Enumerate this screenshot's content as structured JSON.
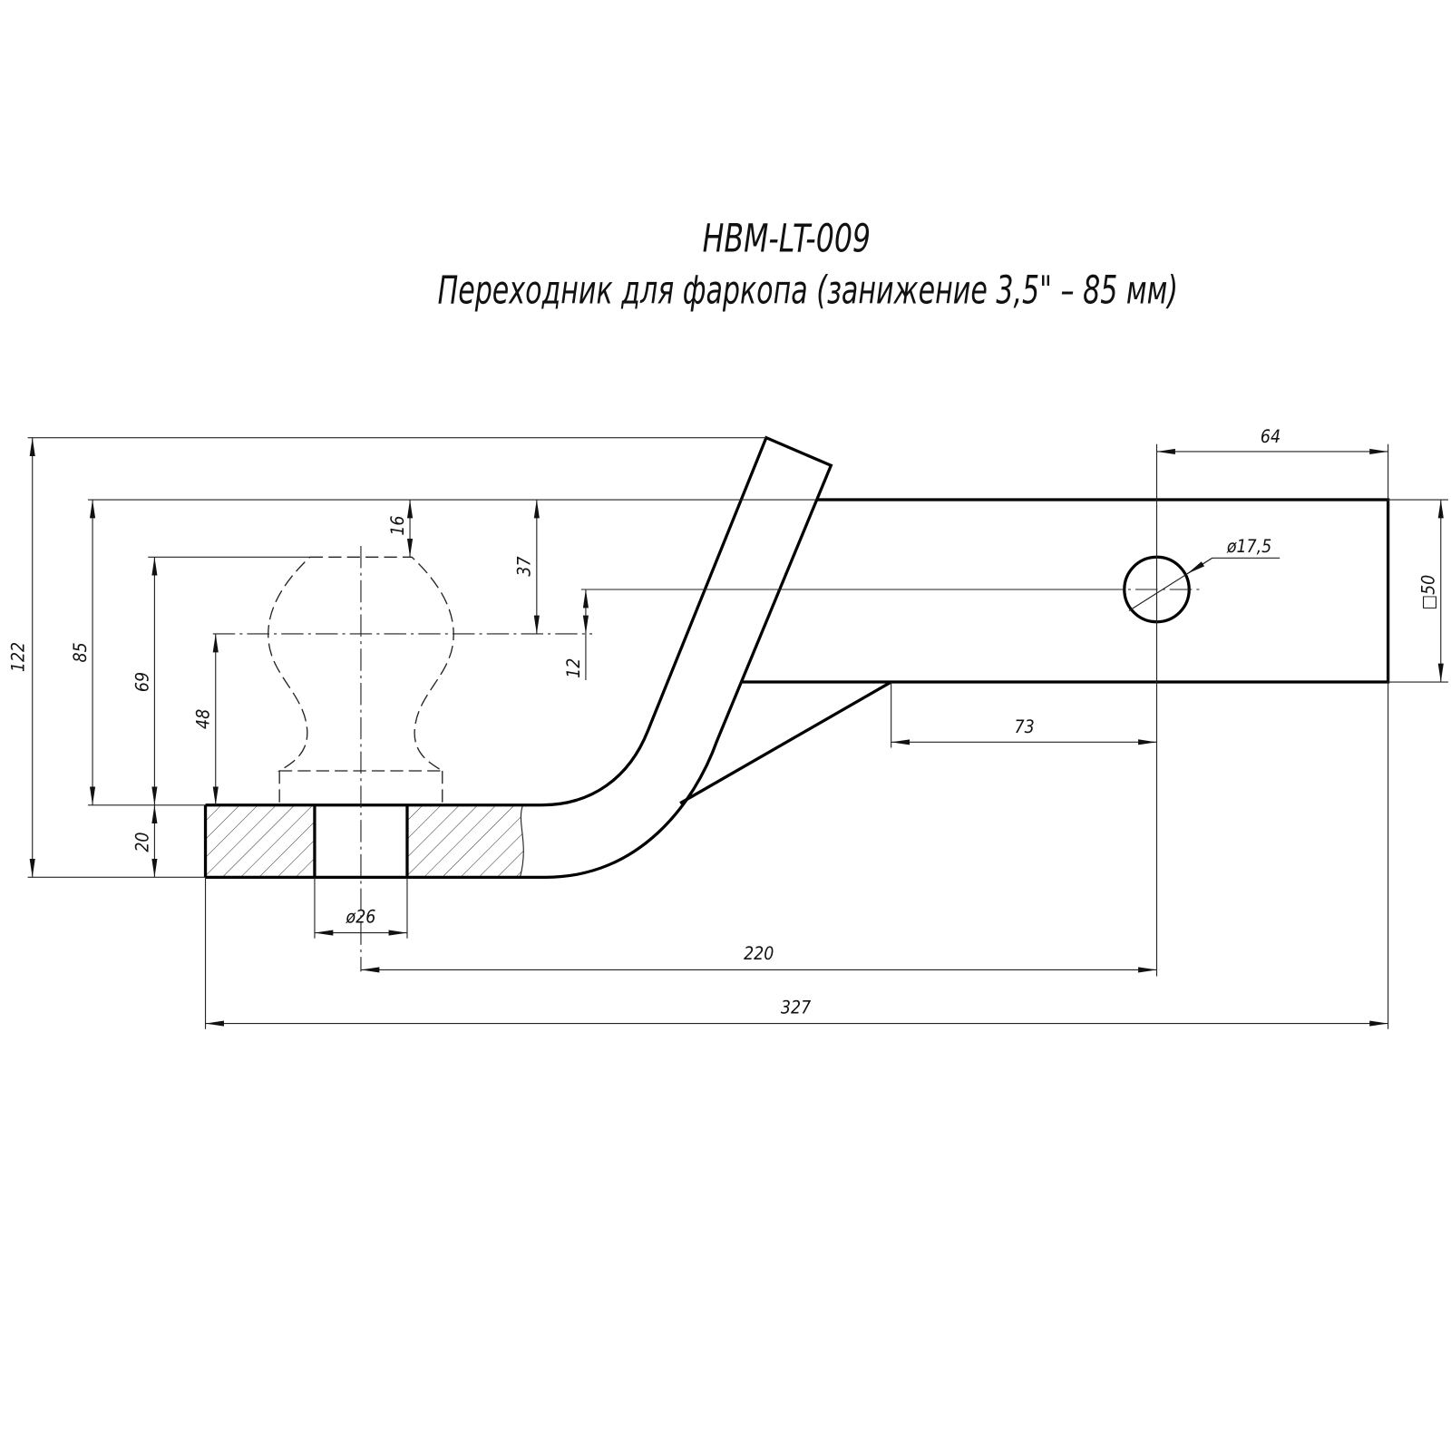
{
  "title": {
    "part_number": "HBM-LT-009",
    "description": "Переходник для фаркопа  (занижение 3,5\" – 85 мм)"
  },
  "dimensions": {
    "total_height": "122",
    "drop": "85",
    "ball_height": "69",
    "ball_center_height": "48",
    "plate_thickness": "20",
    "ball_top_offset": "16",
    "ball_center_offset": "37",
    "hole_offset": "12",
    "tube_section": "□50",
    "hole_to_end": "64",
    "gusset_to_hole": "73",
    "ball_hole_diameter": "ø26",
    "ball_to_hole": "220",
    "total_length": "327",
    "pin_hole_diameter": "ø17,5"
  },
  "colors": {
    "line": "#000000",
    "background": "#ffffff"
  }
}
